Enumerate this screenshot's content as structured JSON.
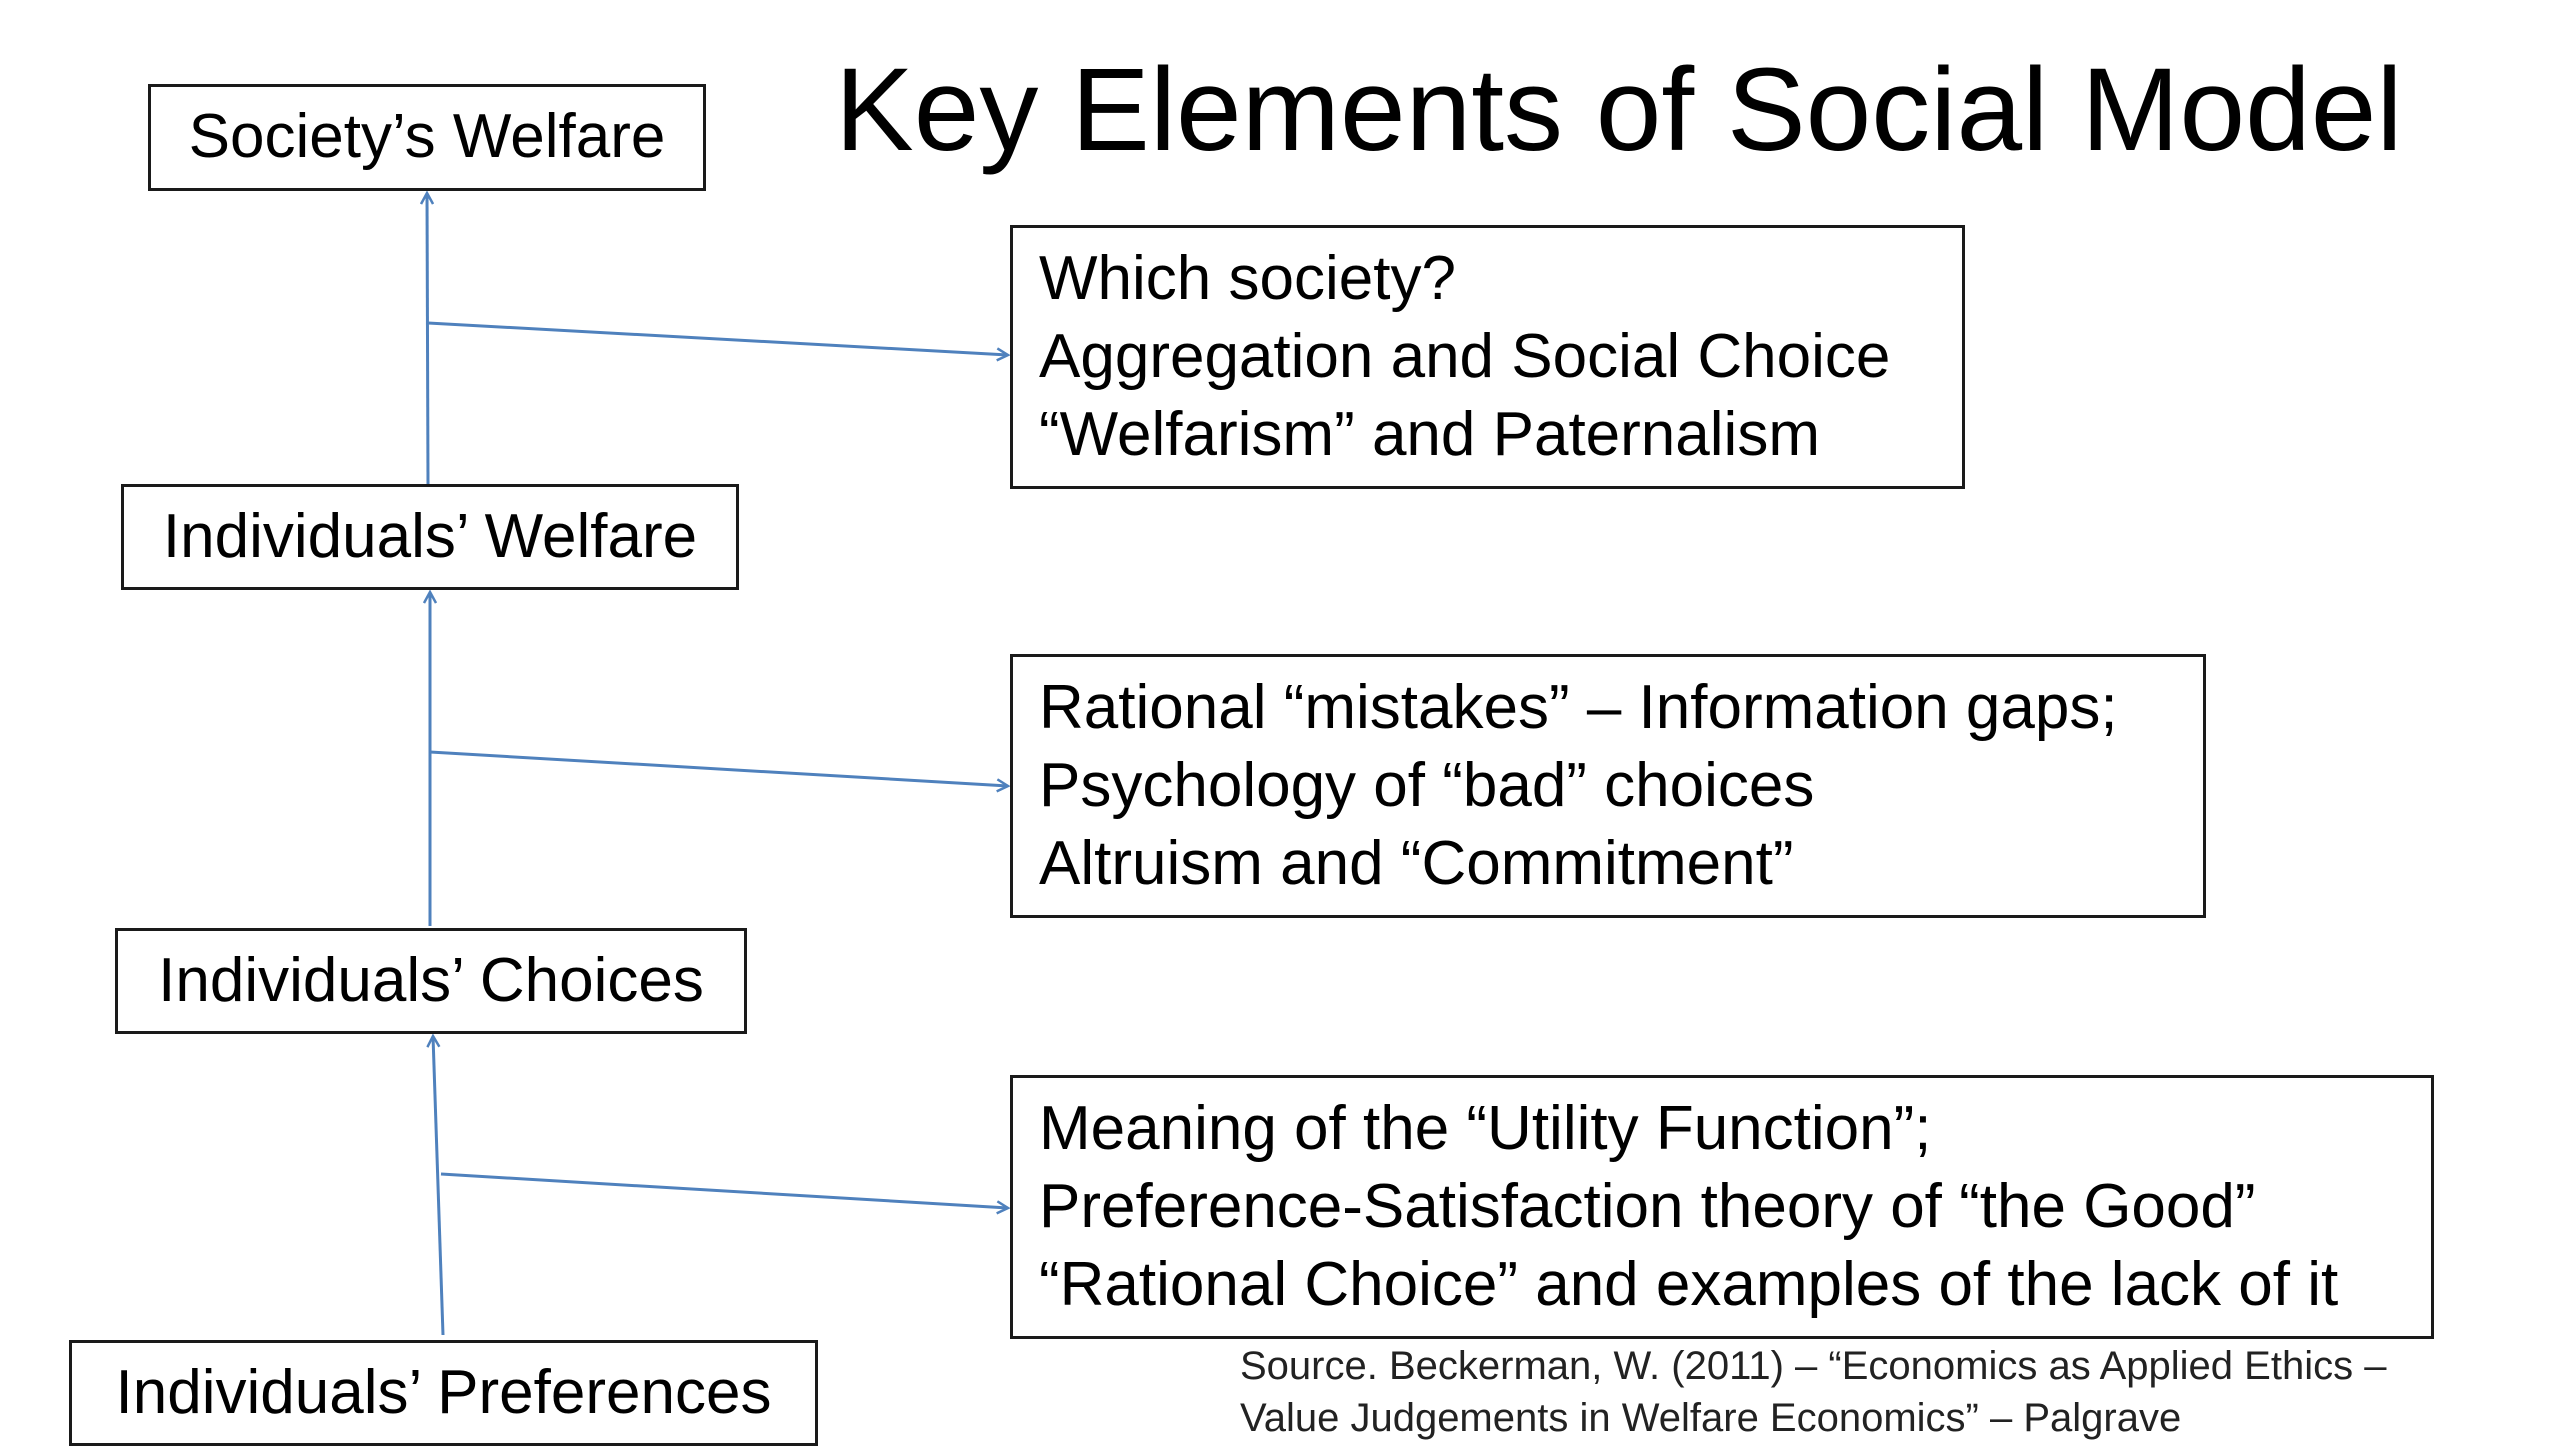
{
  "title": "Key Elements of Social Model",
  "levels": [
    "Society’s Welfare",
    "Individuals’ Welfare",
    "Individuals’ Choices",
    "Individuals’ Preferences"
  ],
  "issues": [
    {
      "lines": [
        "Which society?",
        "Aggregation and Social Choice",
        "“Welfarism” and Paternalism"
      ]
    },
    {
      "lines": [
        "Rational “mistakes” – Information gaps;",
        "Psychology of “bad” choices",
        "Altruism and “Commitment”"
      ]
    },
    {
      "lines": [
        "Meaning of the “Utility Function”;",
        "Preference-Satisfaction theory of “the Good”",
        "“Rational Choice” and examples of the lack of it"
      ]
    }
  ],
  "source": [
    "Source. Beckerman, W. (2011) – “Economics as Applied Ethics –",
    "Value Judgements in Welfare Economics” – Palgrave"
  ],
  "colors": {
    "arrow": "#4f81bd",
    "box_border": "#1a1a1a",
    "text": "#000000"
  }
}
